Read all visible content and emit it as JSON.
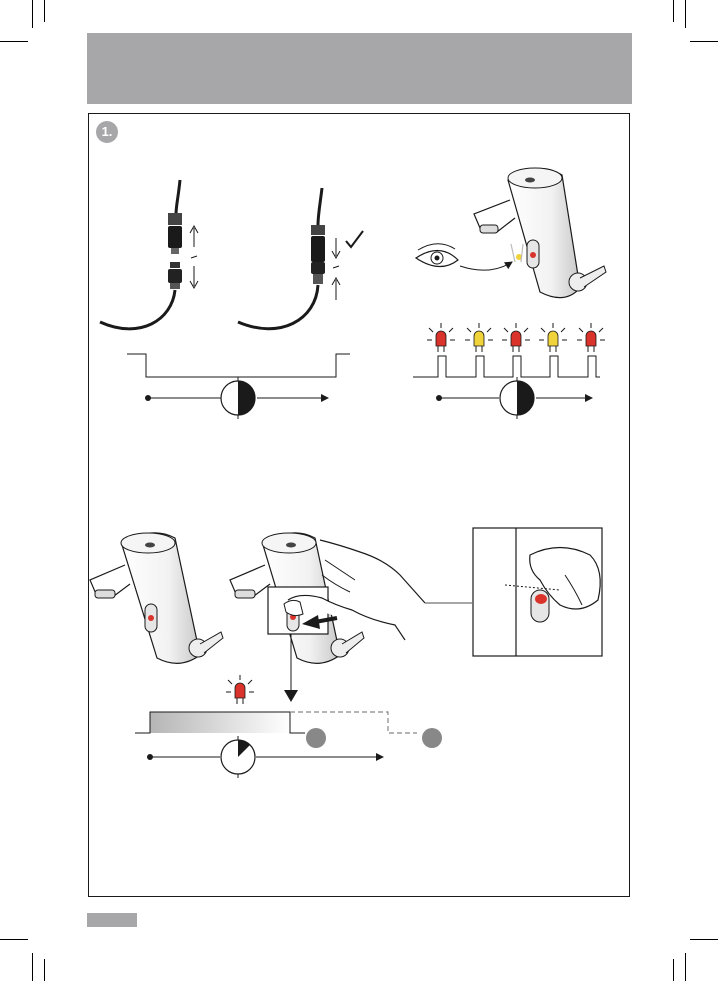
{
  "step": {
    "number": "1."
  },
  "colors": {
    "header_band": "#a7a7a9",
    "led_red": "#d9332b",
    "led_yellow": "#f0d23a",
    "outline": "#1a1a1a",
    "badge": "#a7a7a9"
  },
  "icons": [
    "connector-unplugged-illustration",
    "connector-plugged-illustration",
    "check-icon",
    "eye-icon",
    "faucet-illustration",
    "blinking-led-icon",
    "stopwatch-icon",
    "hand-pressing-sensor-illustration",
    "arrow-down-icon",
    "arrow-left-icon"
  ],
  "led_blink_sequence": [
    "red",
    "yellow",
    "red",
    "yellow",
    "red"
  ]
}
